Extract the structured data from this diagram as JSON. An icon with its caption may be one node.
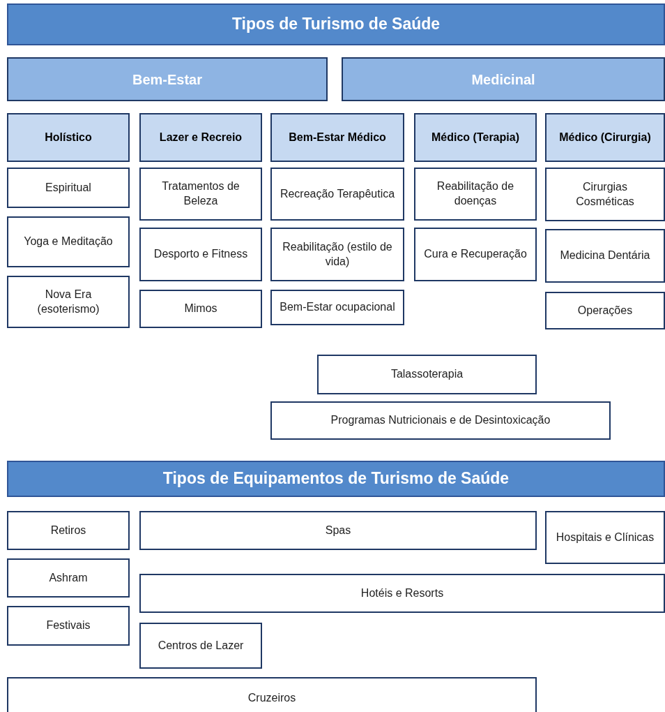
{
  "diagram": {
    "nodes": [
      {
        "text": [
          "Tipos de Turismo de Saúde"
        ]
      },
      {
        "text": [
          "Bem-Estar"
        ]
      },
      {
        "text": [
          "Medicinal"
        ]
      },
      {
        "text": [
          "Holístico"
        ]
      },
      {
        "text": [
          "Lazer e Recreio"
        ]
      },
      {
        "text": [
          "Bem-Estar Médico"
        ]
      },
      {
        "text": [
          "Médico (Terapia)"
        ]
      },
      {
        "text": [
          "Médico (Cirurgia)"
        ]
      },
      {
        "text": [
          "Espiritual"
        ]
      },
      {
        "text": [
          "Tratamentos de Beleza"
        ]
      },
      {
        "text": [
          "Recreação Terapêutica"
        ]
      },
      {
        "text": [
          "Reabilitação de doenças"
        ]
      },
      {
        "text": [
          "Cirurgias Cosméticas"
        ]
      },
      {
        "text": [
          "Yoga e Meditação"
        ]
      },
      {
        "text": [
          "Desporto e Fitness"
        ]
      },
      {
        "text": [
          "Reabilitação (estilo de vida)"
        ]
      },
      {
        "text": [
          "Cura e Recuperação"
        ]
      },
      {
        "text": [
          "Medicina Dentária"
        ]
      },
      {
        "text": [
          "Nova Era (esoterismo)"
        ]
      },
      {
        "text": [
          "Mimos"
        ]
      },
      {
        "text": [
          "Bem-Estar ocupacional"
        ]
      },
      {
        "text": [
          "Operações"
        ]
      },
      {
        "text": [
          "Talassoterapia"
        ]
      },
      {
        "text": [
          "Programas Nutricionais e de Desintoxicação"
        ]
      },
      {
        "text": [
          "Tipos de Equipamentos de Turismo de Saúde"
        ]
      },
      {
        "text": [
          "Retiros"
        ]
      },
      {
        "text": [
          "Spas"
        ]
      },
      {
        "text": [
          "Hospitais e Clínicas"
        ]
      },
      {
        "text": [
          "Ashram"
        ]
      },
      {
        "text": [
          "Hotéis e Resorts"
        ]
      },
      {
        "text": [
          "Festivais"
        ]
      },
      {
        "text": [
          "Centros de Lazer"
        ]
      },
      {
        "text": [
          "Cruzeiros"
        ]
      }
    ]
  }
}
